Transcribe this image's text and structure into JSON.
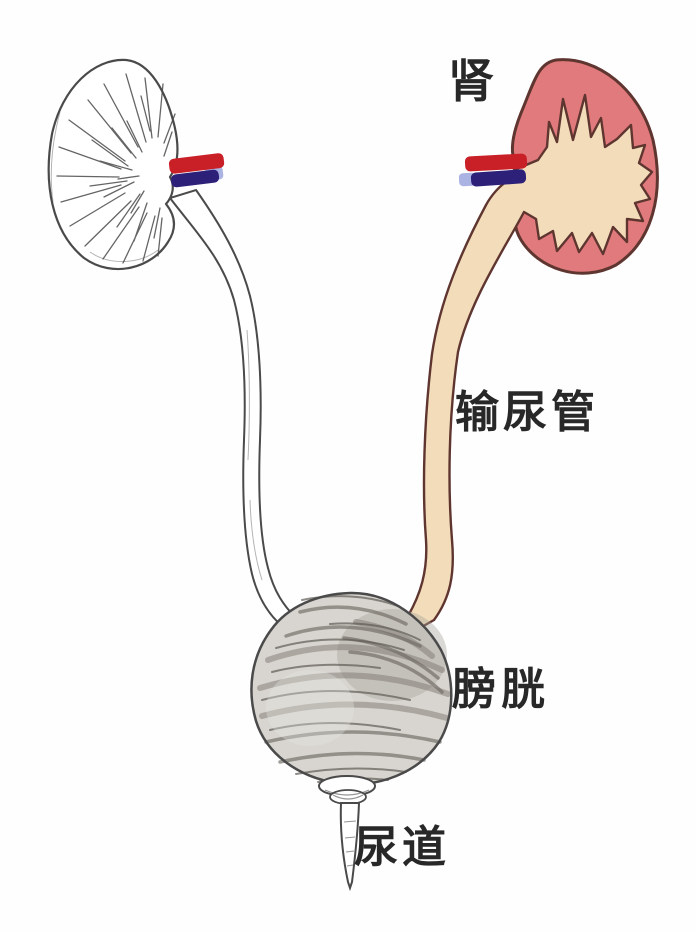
{
  "diagram": {
    "subject": "urinary-system",
    "labels": {
      "kidney": "肾",
      "ureter": "输尿管",
      "bladder": "膀胱",
      "urethra": "尿道"
    },
    "colors": {
      "background": "#fefefe",
      "kidney_body": "#e07a7c",
      "kidney_outline": "#5f3530",
      "renal_pelvis": "#f2dcba",
      "ureter_outline": "#7a6a55",
      "artery_red": "#c92028",
      "vein_blue": "#2c2078",
      "vein_light": "#aab3e2",
      "sketch_line": "#4a4a4a",
      "bladder_base": "#d8d5d0",
      "bladder_shade_dark": "#a8a29a",
      "bladder_highlight": "#e9e7e3",
      "band_dark": "#5f5b55",
      "band_mid": "#6e6a63",
      "band_soft": "#7d7870",
      "label_text": "#282828"
    }
  }
}
